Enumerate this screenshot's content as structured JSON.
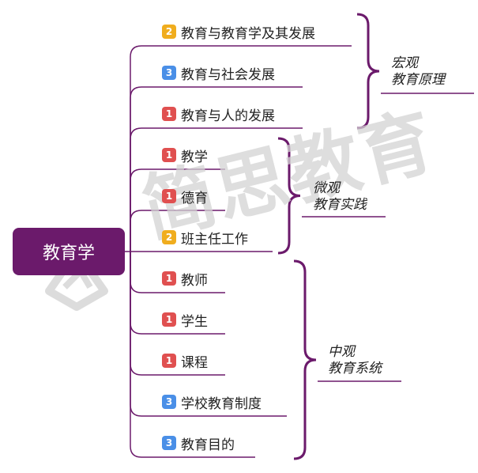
{
  "root": {
    "label": "教育学"
  },
  "badge_colors": {
    "1": "#e05050",
    "2": "#f0ad1e",
    "3": "#4a8fe7"
  },
  "accent_color": "#6b1a6b",
  "nodes": [
    {
      "label": "教育与教育学及其发展",
      "badge": "2"
    },
    {
      "label": "教育与社会发展",
      "badge": "3"
    },
    {
      "label": "教育与人的发展",
      "badge": "1"
    },
    {
      "label": "教学",
      "badge": "1"
    },
    {
      "label": "德育",
      "badge": "1"
    },
    {
      "label": "班主任工作",
      "badge": "2"
    },
    {
      "label": "教师",
      "badge": "1"
    },
    {
      "label": "学生",
      "badge": "1"
    },
    {
      "label": "课程",
      "badge": "1"
    },
    {
      "label": "学校教育制度",
      "badge": "3"
    },
    {
      "label": "教育目的",
      "badge": "3"
    }
  ],
  "groups": [
    {
      "line1": "宏观",
      "line2": "教育原理"
    },
    {
      "line1": "微观",
      "line2": "教育实践"
    },
    {
      "line1": "中观",
      "line2": "教育系统"
    }
  ],
  "watermark": {
    "text": "简思教育"
  }
}
